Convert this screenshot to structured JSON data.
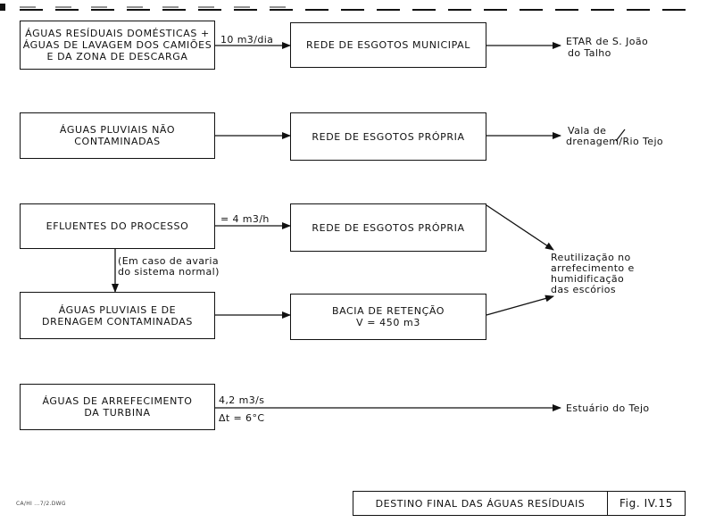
{
  "boxes": {
    "b1": [
      "ÁGUAS RESÍDUAIS DOMÉSTICAS +",
      "ÁGUAS DE LAVAGEM DOS CAMIÕES",
      "E DA ZONA DE DESCARGA"
    ],
    "b2": [
      "REDE DE ESGOTOS MUNICIPAL"
    ],
    "b3": [
      "ÁGUAS PLUVIAIS NÃO CONTAMINADAS"
    ],
    "b4": [
      "REDE DE ESGOTOS PRÓPRIA"
    ],
    "b5": [
      "EFLUENTES DO PROCESSO"
    ],
    "b6": [
      "REDE DE ESGOTOS PRÓPRIA"
    ],
    "b7": [
      "ÁGUAS PLUVIAIS E DE",
      "DRENAGEM CONTAMINADAS"
    ],
    "b8": [
      "BACIA DE RETENÇÃO",
      "V = 450 m3"
    ],
    "b9": [
      "ÁGUAS DE ARREFECIMENTO",
      "DA TURBINA"
    ]
  },
  "labels": {
    "flow1": "10 m3/dia",
    "dest1": [
      "ETAR de S. João",
      "do Talho"
    ],
    "dest2_top": "Vala de",
    "dest2_bottom": "drenagem/Rio Tejo",
    "flow3": "= 4 m3/h",
    "avaria": [
      "(Em caso de avaria",
      "do sistema normal)"
    ],
    "reuse": [
      "Reutilização no",
      "arrefecimento e",
      "humidificação",
      "das escórios"
    ],
    "flow5a": "4,2 m3/s",
    "flow5b": "Δt = 6°C",
    "dest5": "Estuário do Tejo"
  },
  "title": {
    "text": "DESTINO FINAL DAS ÁGUAS RESÍDUAIS",
    "fig": "Fig. IV.15"
  },
  "code": "CA/HI ...7/2.DWG"
}
